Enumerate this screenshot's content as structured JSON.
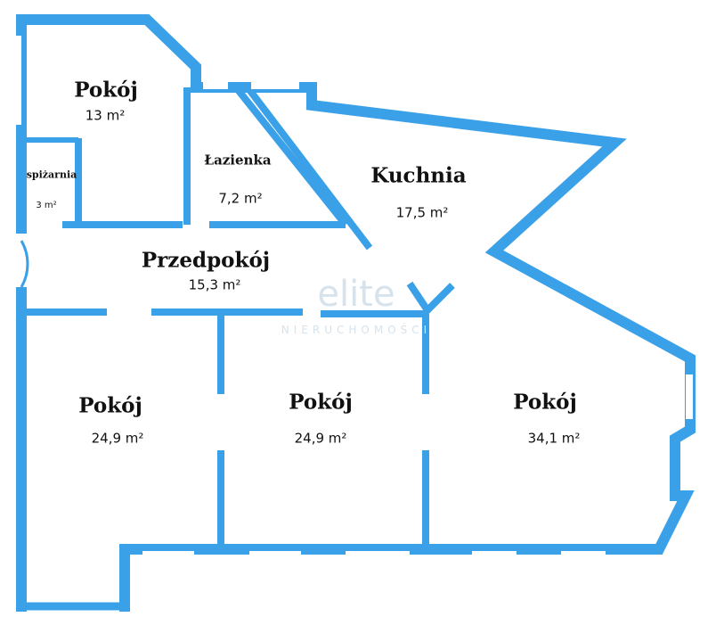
{
  "colors": {
    "wall": "#3aa0e8",
    "text": "#111111",
    "watermark": "#d6e3ec"
  },
  "rooms": {
    "pokoj_top": {
      "name": "Pokój",
      "area": "13 m²"
    },
    "spizarnia": {
      "name": "spiżarnia",
      "area": "3 m²"
    },
    "lazienka": {
      "name": "Łazienka",
      "area": "7,2 m²"
    },
    "kuchnia": {
      "name": "Kuchnia",
      "area": "17,5 m²"
    },
    "przedpokoj": {
      "name": "Przedpokój",
      "area": "15,3 m²"
    },
    "pokoj_left": {
      "name": "Pokój",
      "area": "24,9 m²"
    },
    "pokoj_middle": {
      "name": "Pokój",
      "area": "24,9 m²"
    },
    "pokoj_right": {
      "name": "Pokój",
      "area": "34,1 m²"
    }
  },
  "watermark": {
    "logo": "elite",
    "tagline": "NIERUCHOMOŚCI"
  }
}
